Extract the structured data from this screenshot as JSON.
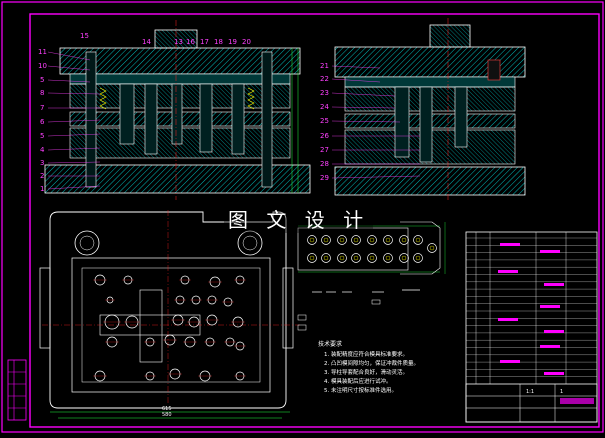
{
  "watermark": "图 文 设 计",
  "colors": {
    "background": "#000000",
    "frame": "#ff00ff",
    "body_hatch": "#00c8c8",
    "outline": "#ffffff",
    "center_line": "#ff2020",
    "dimension": "#20ff40",
    "balloon": "#ff40ff",
    "hidden": "#ffff00"
  },
  "balloons_left": [
    "11",
    "10",
    "5",
    "8",
    "7",
    "6",
    "5",
    "4",
    "3",
    "2",
    "1"
  ],
  "balloons_top": [
    "15",
    "14",
    "13",
    "16",
    "17",
    "18",
    "19",
    "20"
  ],
  "balloons_right": [
    "21",
    "22",
    "23",
    "24",
    "25",
    "26",
    "27",
    "28",
    "29"
  ],
  "notes": {
    "title": "技术要求",
    "lines": [
      "1. 装配精度应符合模具标准要求。",
      "2. 凸凹模间隙均匀，保证冲裁件质量。",
      "3. 导柱导套配合良好，滑动灵活。",
      "4. 模具装配后应进行试冲。",
      "5. 未注明尺寸按标准件选用。"
    ]
  },
  "title_block": {
    "scale": "1:1",
    "sheet": "1"
  },
  "dimensions": {
    "plan_width_a": "615",
    "plan_width_b": "580"
  }
}
